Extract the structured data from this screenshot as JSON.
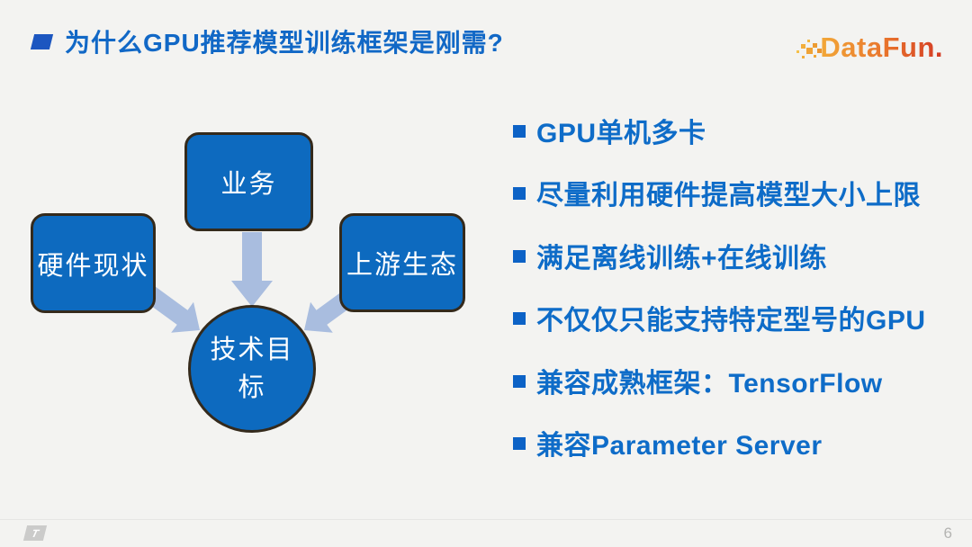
{
  "slide": {
    "title": "为什么GPU推荐模型训练框架是刚需?",
    "page_number": "6"
  },
  "logo": {
    "text": "DataFun.",
    "color_start": "#f2a838",
    "color_end": "#d33a24"
  },
  "watermark": {
    "text": "T"
  },
  "diagram": {
    "type": "converging-arrows",
    "nodes": {
      "top": "业务",
      "left": "硬件现状",
      "right": "上游生态",
      "center": "技术目标"
    },
    "colors": {
      "node_fill": "#0d6abf",
      "node_border": "#342a1c",
      "arrow": "#a9bddf",
      "node_text": "#ffffff"
    }
  },
  "bullets": [
    {
      "text": "GPU单机多卡"
    },
    {
      "text": "尽量利用硬件提高模型大小上限"
    },
    {
      "text": "满足离线训练+在线训练"
    },
    {
      "text": "不仅仅只能支持特定型号的GPU"
    },
    {
      "text": "兼容成熟框架：TensorFlow"
    },
    {
      "text": "兼容Parameter Server"
    }
  ],
  "colors": {
    "background": "#f3f3f1",
    "title_blue": "#1168c6",
    "title_bullet_blue": "#1c56c0",
    "bullet_text_blue": "#0e6cc8",
    "bullet_square_blue": "#0c62c6",
    "page_number_gray": "#b4b4b2"
  }
}
